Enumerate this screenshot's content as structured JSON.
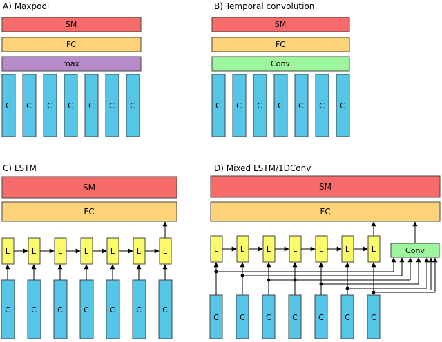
{
  "panels": {
    "a": {
      "title": "A) Maxpool",
      "sm_label": "SM",
      "fc_label": "FC",
      "pool_label": "max",
      "cnn_labels": [
        "C",
        "C",
        "C",
        "C",
        "C",
        "C",
        "C"
      ]
    },
    "b": {
      "title": "B) Temporal convolution",
      "sm_label": "SM",
      "fc_label": "FC",
      "conv_label": "Conv",
      "cnn_labels": [
        "C",
        "C",
        "C",
        "C",
        "C",
        "C",
        "C"
      ]
    },
    "c": {
      "title": "C) LSTM",
      "sm_label": "SM",
      "fc_label": "FC",
      "lstm_labels": [
        "L",
        "L",
        "L",
        "L",
        "L",
        "L",
        "L"
      ],
      "cnn_labels": [
        "C",
        "C",
        "C",
        "C",
        "C",
        "C",
        "C"
      ]
    },
    "d": {
      "title": "D) Mixed LSTM/1DConv",
      "sm_label": "SM",
      "fc_label": "FC",
      "conv_label": "Conv",
      "lstm_labels": [
        "L",
        "L",
        "L",
        "L",
        "L",
        "L",
        "L"
      ],
      "cnn_labels": [
        "C",
        "C",
        "C",
        "C",
        "C",
        "C",
        "C"
      ]
    }
  },
  "colors": {
    "sm": "#f76b6b",
    "fc": "#fdd37a",
    "max": "#b78ac9",
    "conv": "#9df59d",
    "cnn": "#56c6e8",
    "lstm": "#fbfb6a",
    "stroke": "#444444"
  }
}
